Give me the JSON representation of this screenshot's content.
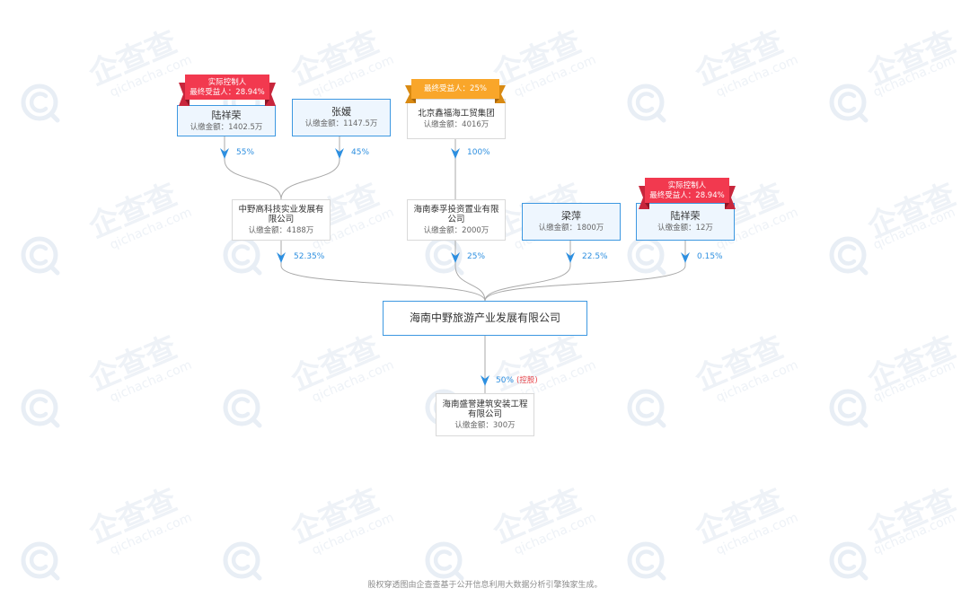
{
  "watermark": {
    "brand": "企查查",
    "domain": "qichacha.com"
  },
  "nodes": {
    "lu_xiangrong_1": {
      "name": "陆祥荣",
      "amount": "认缴金额：1402.5万",
      "badge": {
        "title": "实际控制人",
        "text": "最终受益人：28.94%"
      }
    },
    "zhang_ai": {
      "name": "张嫒",
      "amount": "认缴金额：1147.5万"
    },
    "beijing_xinfuhai": {
      "name": "北京鑫福海工贸集团",
      "amount": "认缴金额：4016万",
      "badge": {
        "text": "最终受益人：25%"
      }
    },
    "zhongye_gaokeji": {
      "name": "中野高科技实业发展有限公司",
      "amount": "认缴金额：4188万"
    },
    "hainan_taifu": {
      "name": "海南泰孚投资置业有限公司",
      "amount": "认缴金额：2000万"
    },
    "liang_ping": {
      "name": "梁萍",
      "amount": "认缴金额：1800万"
    },
    "lu_xiangrong_2": {
      "name": "陆祥荣",
      "amount": "认缴金额：12万",
      "badge": {
        "title": "实际控制人",
        "text": "最终受益人：28.94%"
      }
    },
    "target": {
      "name": "海南中野旅游产业发展有限公司"
    },
    "hainan_shengyu": {
      "name": "海南盛誉建筑安装工程有限公司",
      "amount": "认缴金额：300万"
    }
  },
  "edges": {
    "lu_xiangrong_1_to_zhongye_gaokeji": "55%",
    "zhang_ai_to_zhongye_gaokeji": "45%",
    "beijing_xinfuhai_to_hainan_taifu": "100%",
    "zhongye_gaokeji_to_target": "52.35%",
    "hainan_taifu_to_target": "25%",
    "liang_ping_to_target": "22.5%",
    "lu_xiangrong_2_to_target": "0.15%",
    "target_to_hainan_shengyu": {
      "percent": "50%",
      "tag": "(控股)"
    }
  },
  "footer": {
    "note": "股权穿透图由企查查基于公开信息利用大数据分析引擎独家生成。"
  },
  "colors": {
    "accent": "#2d8fe0",
    "person_fill": "#eef6fe",
    "controller_badge": "#f2394f",
    "beneficiary_badge": "#f9a62a",
    "holding_tag": "#e8474c"
  }
}
